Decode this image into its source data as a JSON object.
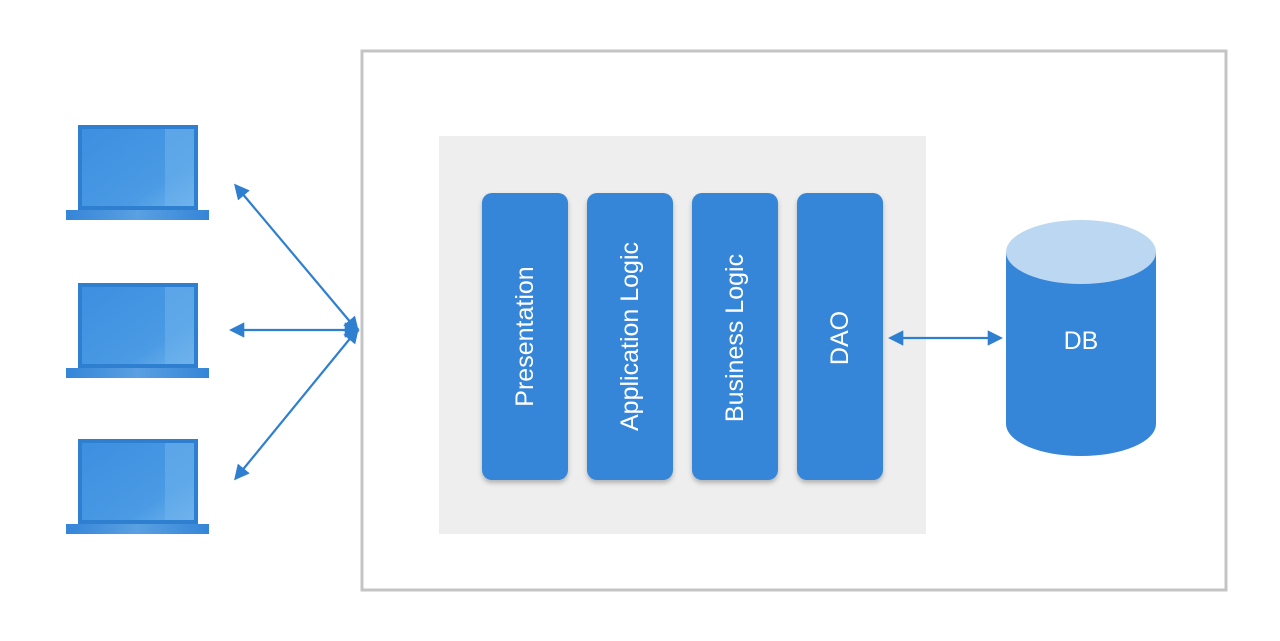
{
  "colors": {
    "primary": "#3585d8",
    "laptop_screen_light": "#5aa6e8",
    "laptop_frame": "#2f7fd0",
    "container_border": "#c4c4c4",
    "inner_panel": "#eeeeee",
    "db_top": "#bcd7f1",
    "arrow": "#2f7fd0"
  },
  "clients": [
    {
      "icon": "laptop-icon"
    },
    {
      "icon": "laptop-icon"
    },
    {
      "icon": "laptop-icon"
    }
  ],
  "layers": [
    {
      "label": "Presentation"
    },
    {
      "label": "Application Logic"
    },
    {
      "label": "Business Logic"
    },
    {
      "label": "DAO"
    }
  ],
  "database": {
    "label": "DB",
    "icon": "database-cylinder-icon"
  }
}
